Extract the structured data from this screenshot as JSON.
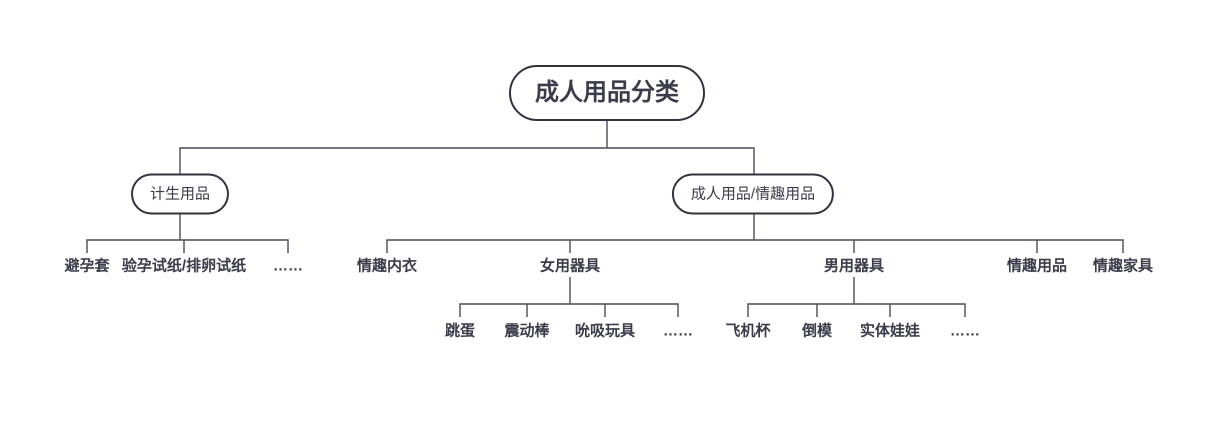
{
  "diagram": {
    "root": {
      "label": "成人用品分类"
    },
    "level2": {
      "left": {
        "label": "计生用品"
      },
      "right": {
        "label": "成人用品/情趣用品"
      }
    },
    "left_leaves": [
      "避孕套",
      "验孕试纸/排卵试纸",
      "……"
    ],
    "right_leaves": [
      "情趣内衣",
      "女用器具",
      "男用器具",
      "情趣用品",
      "情趣家具"
    ],
    "female_device_leaves": [
      "跳蛋",
      "震动棒",
      "吮吸玩具",
      "……"
    ],
    "male_device_leaves": [
      "飞机杯",
      "倒模",
      "实体娃娃",
      "……"
    ]
  },
  "colors": {
    "background": "#ffffff",
    "line": "#4a4a55",
    "node_border": "#33333f",
    "text": "#3b3b49"
  }
}
